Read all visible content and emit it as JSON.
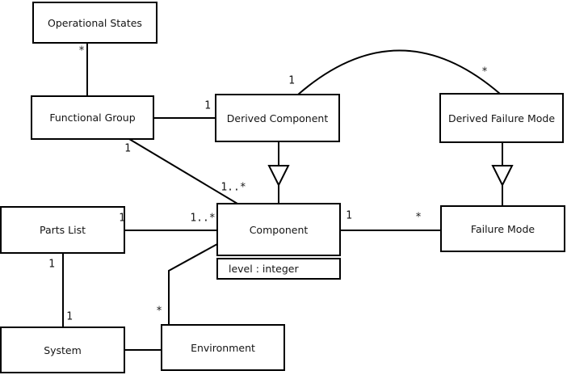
{
  "diagram": {
    "classes": [
      {
        "name": "Operational States"
      },
      {
        "name": "Functional Group"
      },
      {
        "name": "Derived Component"
      },
      {
        "name": "Derived Failure Mode"
      },
      {
        "name": "Parts List"
      },
      {
        "name": "Component",
        "attributes": [
          "level : integer"
        ]
      },
      {
        "name": "Failure Mode"
      },
      {
        "name": "System"
      },
      {
        "name": "Environment"
      }
    ],
    "relationships": [
      {
        "from": "Operational States",
        "to": "Functional Group",
        "type": "association",
        "multiplicity_from": "*"
      },
      {
        "from": "Derived Component",
        "to": "Functional Group",
        "type": "association",
        "multiplicity_from": "1"
      },
      {
        "from": "Derived Component",
        "to": "Component",
        "type": "generalization"
      },
      {
        "from": "Derived Component",
        "to": "Derived Failure Mode",
        "type": "association",
        "multiplicity_from": "1",
        "multiplicity_to": "*"
      },
      {
        "from": "Derived Failure Mode",
        "to": "Failure Mode",
        "type": "generalization"
      },
      {
        "from": "Functional Group",
        "to": "Component",
        "type": "association",
        "multiplicity_from": "1",
        "multiplicity_to": "1..*"
      },
      {
        "from": "Parts List",
        "to": "Component",
        "type": "association",
        "multiplicity_from": "1",
        "multiplicity_to": "1..*"
      },
      {
        "from": "Component",
        "to": "Failure Mode",
        "type": "association",
        "multiplicity_from": "1",
        "multiplicity_to": "*"
      },
      {
        "from": "Parts List",
        "to": "System",
        "type": "association",
        "multiplicity_from": "1",
        "multiplicity_to": "1"
      },
      {
        "from": "Component",
        "to": "Environment",
        "type": "association",
        "multiplicity_to": "*"
      },
      {
        "from": "System",
        "to": "Environment",
        "type": "association"
      }
    ],
    "colors": {
      "line": "#000000",
      "background": "#ffffff",
      "text": "#141414"
    }
  }
}
